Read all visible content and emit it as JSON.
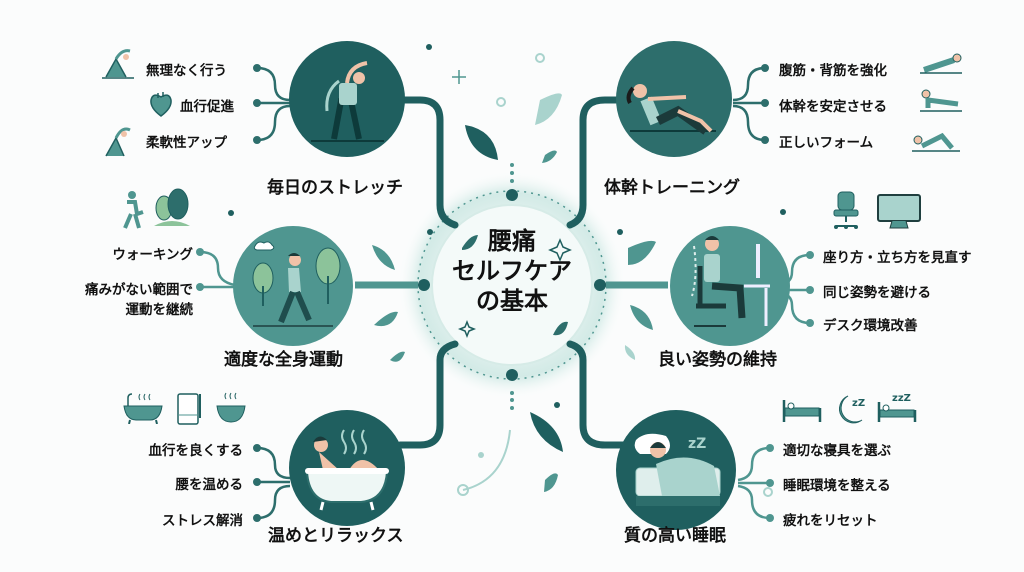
{
  "center": {
    "line1": "腰痛",
    "line2": "セルフケア",
    "line3": "の基本"
  },
  "colors": {
    "dark_teal": "#1f5f5f",
    "mid_teal": "#4f9690",
    "light_teal": "#a9d3cd",
    "skin": "#f0c2a8"
  },
  "branches": [
    {
      "title": "毎日のストレッチ",
      "icon": "stretch-person-icon",
      "items": [
        "無理なく行う",
        "血行促進",
        "柔軟性アップ"
      ],
      "item_icons": [
        "stretch-icon",
        "heart-icon",
        "stretch-icon"
      ]
    },
    {
      "title": "体幹トレーニング",
      "icon": "situp-person-icon",
      "items": [
        "腹筋・背筋を強化",
        "体幹を安定させる",
        "正しいフォーム"
      ],
      "item_icons": [
        "plank-icon",
        "pushup-icon",
        "bridge-icon"
      ]
    },
    {
      "title": "適度な全身運動",
      "icon": "walking-person-icon",
      "items": [
        "ウォーキング",
        "痛みがない範囲で",
        "運動を継続"
      ],
      "item_icons": [
        "walker-icon",
        "trees-icon"
      ]
    },
    {
      "title": "良い姿勢の維持",
      "icon": "desk-posture-icon",
      "items": [
        "座り方・立ち方を見直す",
        "同じ姿勢を避ける",
        "デスク環境改善"
      ],
      "item_icons": [
        "office-chair-icon",
        "monitor-icon"
      ]
    },
    {
      "title": "温めとリラックス",
      "icon": "bath-person-icon",
      "items": [
        "血行を良くする",
        "腰を温める",
        "ストレス解消"
      ],
      "item_icons": [
        "bathtub-icon",
        "towel-icon",
        "hot-bowl-icon"
      ]
    },
    {
      "title": "質の高い睡眠",
      "icon": "sleeping-person-icon",
      "items": [
        "適切な寝具を選ぶ",
        "睡眠環境を整える",
        "疲れをリセット"
      ],
      "item_icons": [
        "bed-icon",
        "moon-zzz-icon",
        "bed-zzz-icon"
      ],
      "zzz": "zZ"
    }
  ]
}
